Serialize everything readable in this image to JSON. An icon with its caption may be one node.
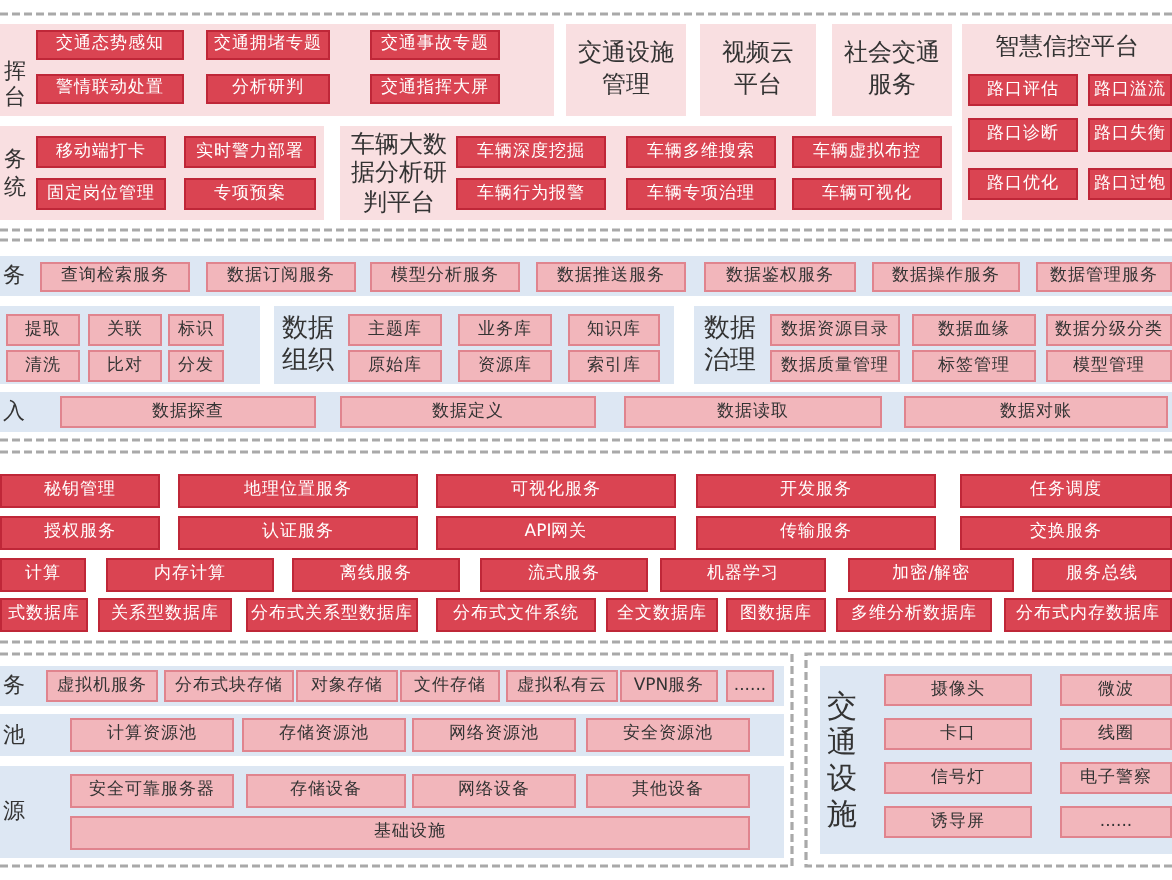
{
  "diagram": {
    "nodes": [
      {
        "text": [
          "挥台"
        ]
      },
      {
        "text": [
          "交通态势感知"
        ],
        "in": 0
      },
      {
        "text": [
          "交通拥堵专题"
        ],
        "in": 0
      },
      {
        "text": [
          "交通事故专题"
        ],
        "in": 0
      },
      {
        "text": [
          "警情联动处置"
        ],
        "in": 0
      },
      {
        "text": [
          "分析研判"
        ],
        "in": 0
      },
      {
        "text": [
          "交通指挥大屏"
        ],
        "in": 0
      },
      {
        "text": [
          "交通设施管理"
        ]
      },
      {
        "text": [
          "视频云平台"
        ]
      },
      {
        "text": [
          "社会交通服务"
        ]
      },
      {
        "text": [
          "智慧信控平台"
        ]
      },
      {
        "text": [
          "路口评估"
        ],
        "in": 10
      },
      {
        "text": [
          "路口溢流"
        ],
        "in": 10
      },
      {
        "text": [
          "路口诊断"
        ],
        "in": 10
      },
      {
        "text": [
          "路口失衡"
        ],
        "in": 10
      },
      {
        "text": [
          "路口优化"
        ],
        "in": 10
      },
      {
        "text": [
          "路口过饱"
        ],
        "in": 10
      },
      {
        "text": [
          "务统"
        ]
      },
      {
        "text": [
          "移动端打卡"
        ],
        "in": 17
      },
      {
        "text": [
          "实时警力部署"
        ],
        "in": 17
      },
      {
        "text": [
          "固定岗位管理"
        ],
        "in": 17
      },
      {
        "text": [
          "专项预案"
        ],
        "in": 17
      },
      {
        "text": [
          "车辆大数据分析研判平台"
        ]
      },
      {
        "text": [
          "车辆深度挖掘"
        ],
        "in": 22
      },
      {
        "text": [
          "车辆多维搜索"
        ],
        "in": 22
      },
      {
        "text": [
          "车辆虚拟布控"
        ],
        "in": 22
      },
      {
        "text": [
          "车辆行为报警"
        ],
        "in": 22
      },
      {
        "text": [
          "车辆专项治理"
        ],
        "in": 22
      },
      {
        "text": [
          "车辆可视化"
        ],
        "in": 22
      },
      {
        "text": [
          "务"
        ]
      },
      {
        "text": [
          "查询检索服务"
        ],
        "in": 29
      },
      {
        "text": [
          "数据订阅服务"
        ],
        "in": 29
      },
      {
        "text": [
          "模型分析服务"
        ],
        "in": 29
      },
      {
        "text": [
          "数据推送服务"
        ],
        "in": 29
      },
      {
        "text": [
          "数据鉴权服务"
        ],
        "in": 29
      },
      {
        "text": [
          "数据操作服务"
        ],
        "in": 29
      },
      {
        "text": [
          "数据管理服务"
        ],
        "in": 29
      },
      {
        "text": [],
        "shape": "box"
      },
      {
        "text": [
          "提取"
        ],
        "in": 37
      },
      {
        "text": [
          "关联"
        ],
        "in": 37
      },
      {
        "text": [
          "标识"
        ],
        "in": 37
      },
      {
        "text": [
          "清洗"
        ],
        "in": 37
      },
      {
        "text": [
          "比对"
        ],
        "in": 37
      },
      {
        "text": [
          "分发"
        ],
        "in": 37
      },
      {
        "text": [
          "数据组织"
        ]
      },
      {
        "text": [
          "主题库"
        ],
        "in": 44
      },
      {
        "text": [
          "业务库"
        ],
        "in": 44
      },
      {
        "text": [
          "知识库"
        ],
        "in": 44
      },
      {
        "text": [
          "原始库"
        ],
        "in": 44
      },
      {
        "text": [
          "资源库"
        ],
        "in": 44
      },
      {
        "text": [
          "索引库"
        ],
        "in": 44
      },
      {
        "text": [
          "数据治理"
        ]
      },
      {
        "text": [
          "数据资源目录"
        ],
        "in": 51
      },
      {
        "text": [
          "数据血缘"
        ],
        "in": 51
      },
      {
        "text": [
          "数据分级分类"
        ],
        "in": 51
      },
      {
        "text": [
          "数据质量管理"
        ],
        "in": 51
      },
      {
        "text": [
          "标签管理"
        ],
        "in": 51
      },
      {
        "text": [
          "模型管理"
        ],
        "in": 51
      },
      {
        "text": [
          "入"
        ]
      },
      {
        "text": [
          "数据探查"
        ],
        "in": 58
      },
      {
        "text": [
          "数据定义"
        ],
        "in": 58
      },
      {
        "text": [
          "数据读取"
        ],
        "in": 58
      },
      {
        "text": [
          "数据对账"
        ],
        "in": 58
      },
      {
        "text": [
          "秘钥管理"
        ]
      },
      {
        "text": [
          "地理位置服务"
        ]
      },
      {
        "text": [
          "可视化服务"
        ]
      },
      {
        "text": [
          "开发服务"
        ]
      },
      {
        "text": [
          "任务调度"
        ]
      },
      {
        "text": [
          "授权服务"
        ]
      },
      {
        "text": [
          "认证服务"
        ]
      },
      {
        "text": [
          "API网关"
        ]
      },
      {
        "text": [
          "传输服务"
        ]
      },
      {
        "text": [
          "交换服务"
        ]
      },
      {
        "text": [
          "计算"
        ]
      },
      {
        "text": [
          "内存计算"
        ]
      },
      {
        "text": [
          "离线服务"
        ]
      },
      {
        "text": [
          "流式服务"
        ]
      },
      {
        "text": [
          "机器学习"
        ]
      },
      {
        "text": [
          "加密/解密"
        ]
      },
      {
        "text": [
          "服务总线"
        ]
      },
      {
        "text": [
          "式数据库"
        ]
      },
      {
        "text": [
          "关系型数据库"
        ]
      },
      {
        "text": [
          "分布式关系型数据库"
        ]
      },
      {
        "text": [
          "分布式文件系统"
        ]
      },
      {
        "text": [
          "全文数据库"
        ]
      },
      {
        "text": [
          "图数据库"
        ]
      },
      {
        "text": [
          "多维分析数据库"
        ]
      },
      {
        "text": [
          "分布式内存数据库"
        ]
      },
      {
        "text": [
          "务"
        ]
      },
      {
        "text": [
          "虚拟机服务"
        ],
        "in": 88
      },
      {
        "text": [
          "分布式块存储"
        ],
        "in": 88
      },
      {
        "text": [
          "对象存储"
        ],
        "in": 88
      },
      {
        "text": [
          "文件存储"
        ],
        "in": 88
      },
      {
        "text": [
          "虚拟私有云"
        ],
        "in": 88
      },
      {
        "text": [
          "VPN服务"
        ],
        "in": 88
      },
      {
        "text": [
          "......"
        ],
        "in": 88
      },
      {
        "text": [
          "池"
        ]
      },
      {
        "text": [
          "计算资源池"
        ],
        "in": 96
      },
      {
        "text": [
          "存储资源池"
        ],
        "in": 96
      },
      {
        "text": [
          "网络资源池"
        ],
        "in": 96
      },
      {
        "text": [
          "安全资源池"
        ],
        "in": 96
      },
      {
        "text": [
          "源"
        ]
      },
      {
        "text": [
          "安全可靠服务器"
        ],
        "in": 101
      },
      {
        "text": [
          "存储设备"
        ],
        "in": 101
      },
      {
        "text": [
          "网络设备"
        ],
        "in": 101
      },
      {
        "text": [
          "其他设备"
        ],
        "in": 101
      },
      {
        "text": [
          "基础设施"
        ],
        "in": 101
      },
      {
        "text": [
          "交通设施"
        ]
      },
      {
        "text": [
          "摄像头"
        ],
        "in": 107
      },
      {
        "text": [
          "微波"
        ],
        "in": 107
      },
      {
        "text": [
          "卡口"
        ],
        "in": 107
      },
      {
        "text": [
          "线圈"
        ],
        "in": 107
      },
      {
        "text": [
          "信号灯"
        ],
        "in": 107
      },
      {
        "text": [
          "电子警察"
        ],
        "in": 107
      },
      {
        "text": [
          "诱导屏"
        ],
        "in": 107
      },
      {
        "text": [
          "......"
        ],
        "in": 107
      }
    ]
  }
}
